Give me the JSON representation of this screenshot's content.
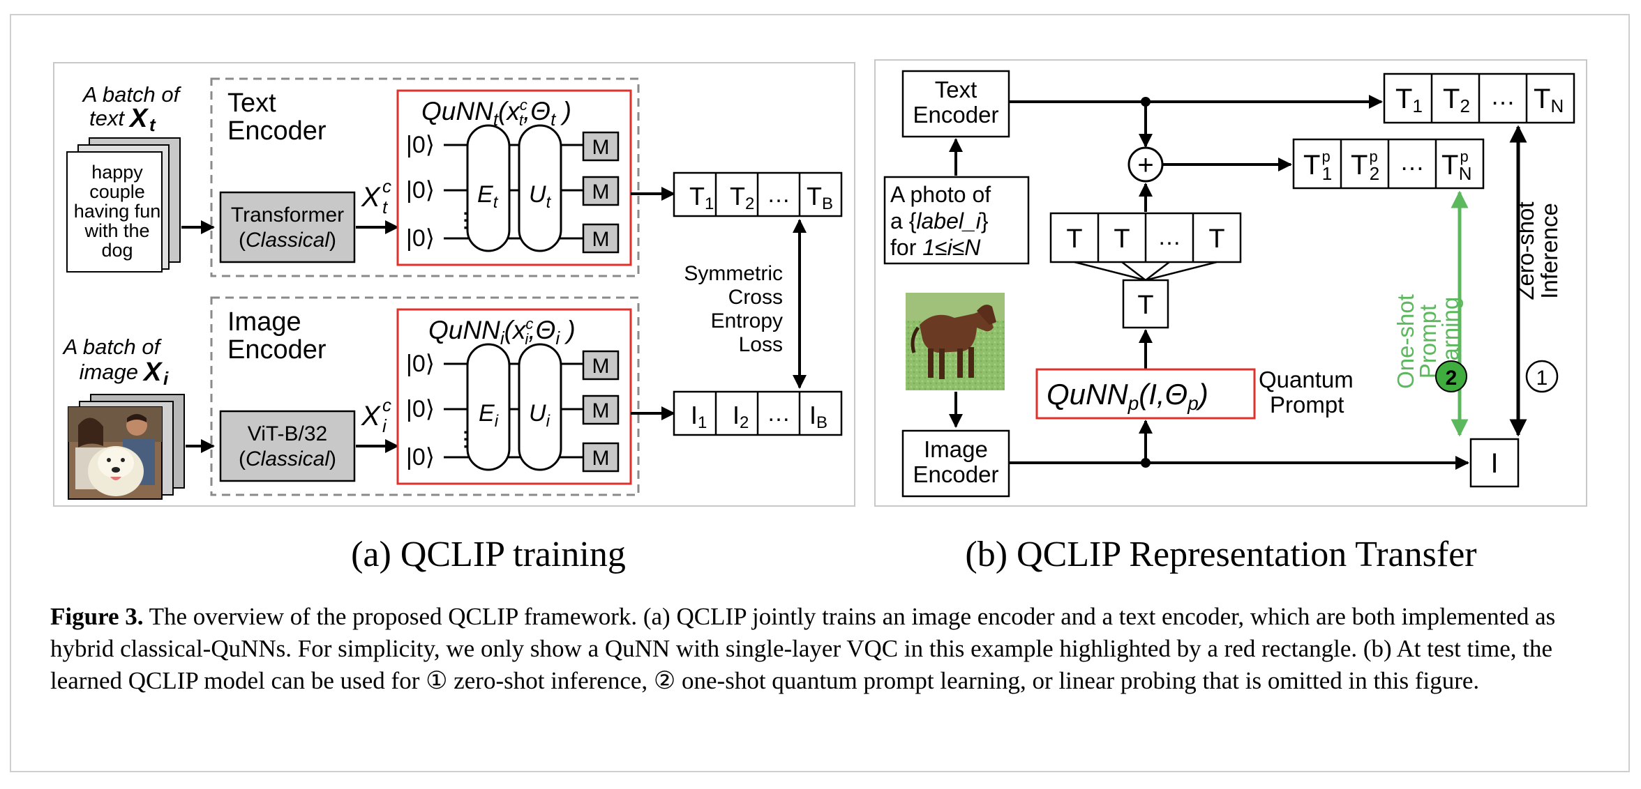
{
  "panel_a": {
    "text_batch_line1": "A batch of",
    "text_batch_line2": "text",
    "text_batch_var": "X",
    "text_batch_sub": "t",
    "text_card": [
      "happy",
      "couple",
      "having fun",
      "with the",
      "dog"
    ],
    "image_batch_line1": "A batch of",
    "image_batch_line2": "image",
    "image_batch_var": "X",
    "image_batch_sub": "i",
    "text_encoder_title": [
      "Text",
      "Encoder"
    ],
    "image_encoder_title": [
      "Image",
      "Encoder"
    ],
    "transformer_label": "Transformer",
    "transformer_sub": "Classical",
    "vit_label": "ViT-B/32",
    "vit_sub": "Classical",
    "xtc": "X",
    "xtc_sup": "c",
    "xtc_sub": "t",
    "xic": "X",
    "xic_sup": "c",
    "xic_sub": "i",
    "qunn_t": "QuNN",
    "qunn_t_sub": "t",
    "qunn_t_args": "(x",
    "qunn_t_arg_sup": "c",
    "qunn_t_arg_sub": "t",
    "qunn_t_theta": ",Θ",
    "qunn_t_theta_sub": "t",
    "qunn_t_close": " )",
    "qunn_i": "QuNN",
    "qunn_i_sub": "i",
    "qunn_i_args": "(x",
    "qunn_i_arg_sup": "c",
    "qunn_i_arg_sub": "i",
    "qunn_i_theta": ",Θ",
    "qunn_i_theta_sub": "i",
    "qunn_i_close": " )",
    "ket": "|0⟩",
    "dots_v": "⋮",
    "E_t": "E",
    "E_t_sub": "t",
    "U_t": "U",
    "U_t_sub": "t",
    "E_i": "E",
    "E_i_sub": "i",
    "U_i": "U",
    "U_i_sub": "i",
    "measure": "M",
    "t_cells": [
      {
        "v": "T",
        "s": "1"
      },
      {
        "v": "T",
        "s": "2"
      },
      {
        "v": "…",
        "s": ""
      },
      {
        "v": "T",
        "s": "B"
      }
    ],
    "i_cells": [
      {
        "v": "I",
        "s": "1"
      },
      {
        "v": "I",
        "s": "2"
      },
      {
        "v": "…",
        "s": ""
      },
      {
        "v": "I",
        "s": "B"
      }
    ],
    "loss_label": [
      "Symmetric",
      "Cross",
      "Entropy",
      "Loss"
    ]
  },
  "panel_b": {
    "text_encoder": [
      "Text",
      "Encoder"
    ],
    "image_encoder": [
      "Image",
      "Encoder"
    ],
    "prompt_line1": "A photo of",
    "prompt_line2_pre": "a {",
    "prompt_line2_it": "label_i",
    "prompt_line2_post": "}",
    "prompt_line3_pre": "for ",
    "prompt_line3_it": "1≤i≤N",
    "tn_cells": [
      {
        "v": "T",
        "s": "1"
      },
      {
        "v": "T",
        "s": "2"
      },
      {
        "v": "…",
        "s": ""
      },
      {
        "v": "T",
        "s": "N"
      }
    ],
    "tp_cells": [
      {
        "v": "T",
        "s": "1",
        "p": "p"
      },
      {
        "v": "T",
        "s": "2",
        "p": "p"
      },
      {
        "v": "…",
        "s": "",
        "p": ""
      },
      {
        "v": "T",
        "s": "N",
        "p": "p"
      }
    ],
    "t_row": [
      "T",
      "T",
      "…",
      "T"
    ],
    "t_single": "T",
    "plus": "+",
    "qunn_p": "QuNN",
    "qunn_p_sub": "p",
    "qunn_p_args": "(I,Θ",
    "qunn_p_theta_sub": "p",
    "qunn_p_close": ")",
    "quantum_prompt": [
      "Quantum",
      "Prompt"
    ],
    "i_single": "I",
    "one_shot": [
      "One-shot",
      "Prompt",
      "Learning"
    ],
    "zero_shot": [
      "Zero-shot",
      "Inference"
    ],
    "num_two": "2",
    "num_one": "1"
  },
  "subcaptions": {
    "a": "(a) QCLIP training",
    "b": "(b) QCLIP Representation Transfer"
  },
  "caption": {
    "label": "Figure 3.",
    "text": " The overview of the proposed QCLIP framework. (a) QCLIP jointly trains an image encoder and a text encoder, which are both implemented as hybrid classical-QuNNs. For simplicity, we only show a QuNN with single-layer VQC in this example highlighted by a red rectangle. (b) At test time, the learned QCLIP model can be used for ① zero-shot inference, ② one-shot quantum prompt learning, or linear probing that is omitted in this figure."
  },
  "colors": {
    "red": "#e0312b",
    "green": "#5cb85c",
    "gray_box": "#c8c8c8",
    "dash": "#8a8a8a"
  }
}
